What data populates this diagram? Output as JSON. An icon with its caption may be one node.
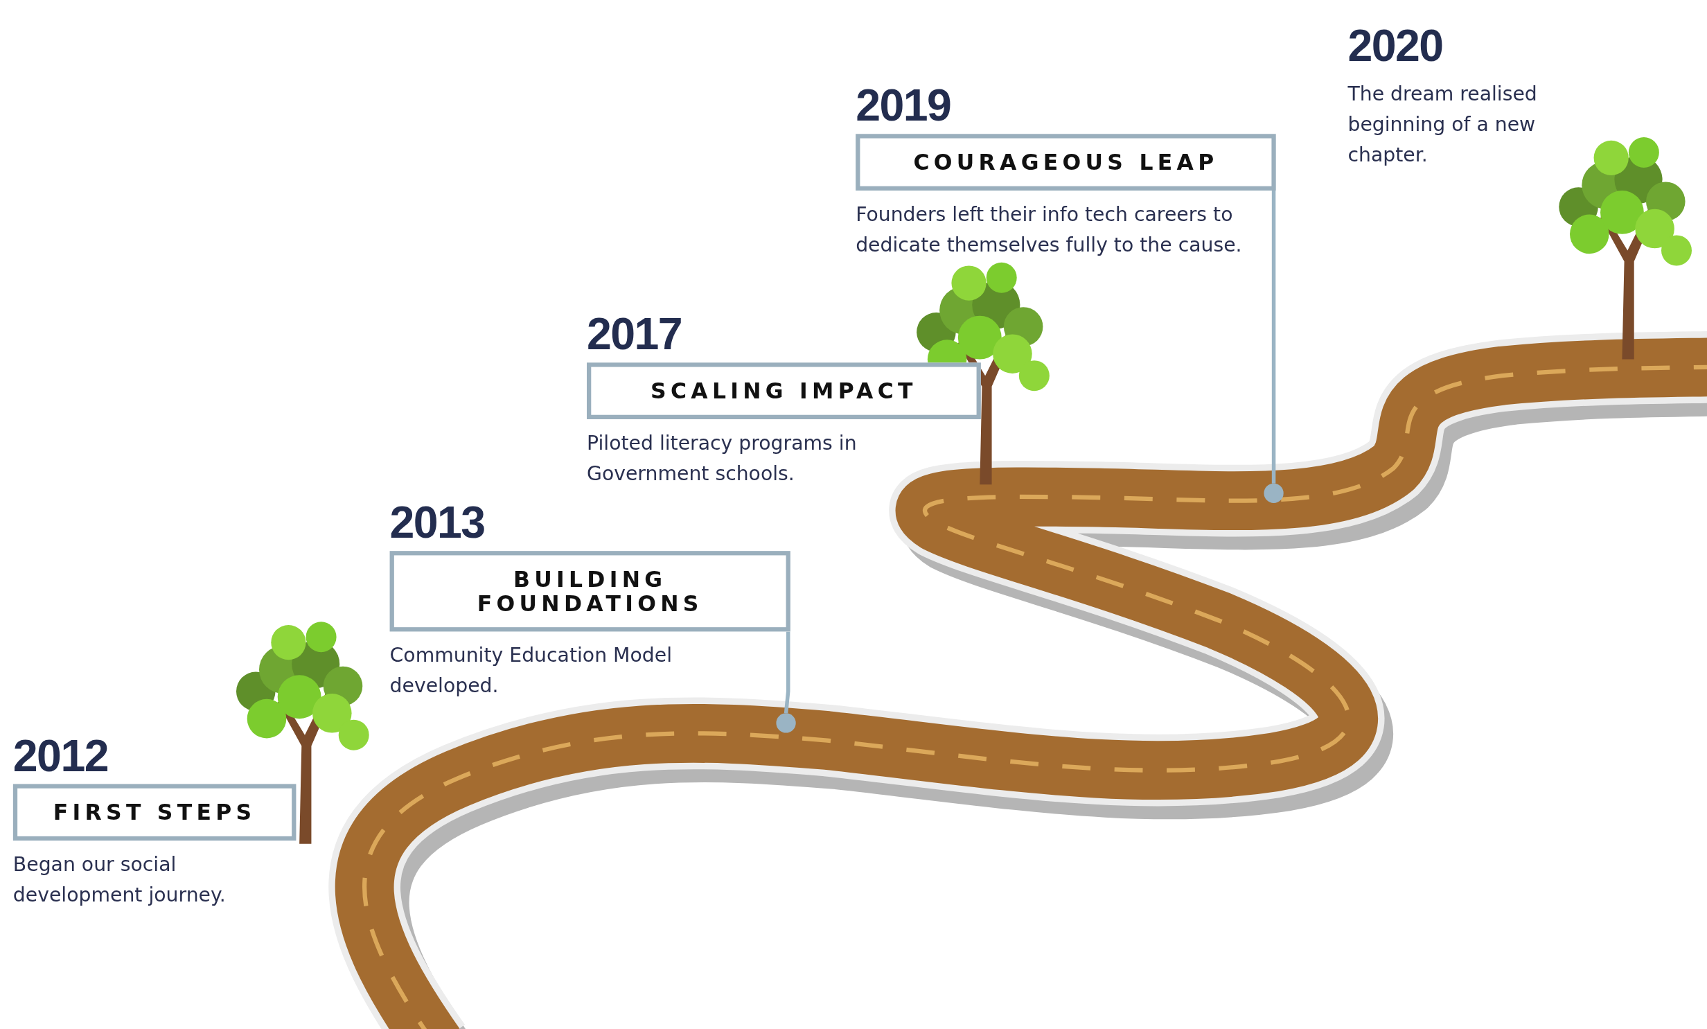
{
  "diagram": {
    "nodes": [
      {
        "text": [
          "2012",
          "FIRST STEPS"
        ],
        "beside": [
          "Began our social development journey."
        ]
      },
      {
        "text": [
          "2013",
          "BUILDING FOUNDATIONS"
        ],
        "beside": [
          "Community Education Model developed."
        ]
      },
      {
        "text": [],
        "shape": "circle"
      },
      {
        "text": [
          "2017",
          "SCALING IMPACT"
        ],
        "beside": [
          "Piloted literacy programs in Government schools."
        ]
      },
      {
        "text": [
          "2019",
          "COURAGEOUS LEAP"
        ],
        "beside": [
          "Founders left their info tech careers to dedicate themselves fully to the cause."
        ]
      },
      {
        "text": [],
        "shape": "circle"
      },
      {
        "text": [
          "2020"
        ],
        "beside": [
          "The dream realised beginning of a new chapter."
        ]
      }
    ],
    "edges": [
      {
        "from": 1,
        "to": 2,
        "arrow": "none"
      },
      {
        "from": 4,
        "to": 5,
        "arrow": "none"
      }
    ]
  }
}
